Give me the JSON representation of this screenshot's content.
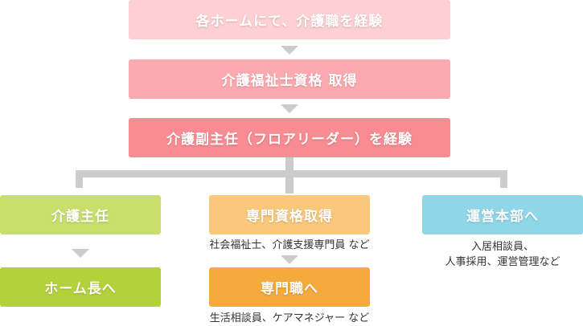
{
  "flow": {
    "step1": "各ホームにて、介護職を経験",
    "step2": "介護福祉士資格 取得",
    "step3": "介護副主任（フロアリーダー）を経験"
  },
  "branches": {
    "left": {
      "title": "介護主任",
      "next": "ホーム長へ"
    },
    "center": {
      "title": "専門資格取得",
      "title_note": "社会福祉士、介護支援専門員 など",
      "next": "専門職へ",
      "next_note": "生活相談員、ケアマネジャー など"
    },
    "right": {
      "title": "運営本部へ",
      "note_line1": "入居相談員、",
      "note_line2": "人事採用、運営管理など"
    }
  },
  "colors": {
    "step1": "#fdd0d3",
    "step2": "#fbabb0",
    "step3": "#f98b92",
    "left": "#c9df6c",
    "left_next": "#b3d23a",
    "center": "#f9c87a",
    "center_next": "#f5aa3d",
    "right": "#8fd7e8",
    "connector": "#cccccc"
  }
}
